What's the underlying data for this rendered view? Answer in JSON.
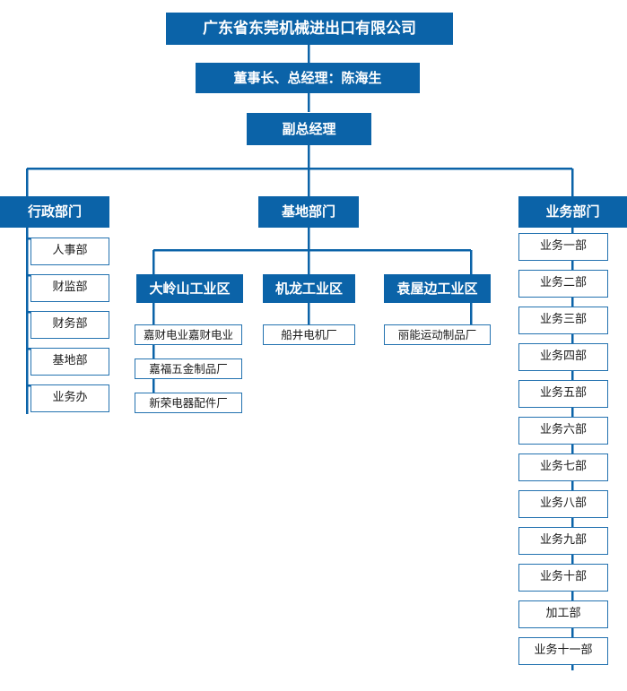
{
  "colors": {
    "brand_blue": "#0b63a8",
    "border_blue": "#2372b0",
    "connector_blue": "#0b63a8",
    "text_dark": "#1a1a1a",
    "text_light": "#ffffff",
    "background": "#ffffff"
  },
  "org": {
    "company": "广东省东莞机械进出口有限公司",
    "chairman": "董事长、总经理：陈海生",
    "vice_manager": "副总经理",
    "departments": [
      {
        "name": "行政部门",
        "children": [
          "人事部",
          "财监部",
          "财务部",
          "基地部",
          "业务办"
        ]
      },
      {
        "name": "基地部门",
        "zones": [
          {
            "name": "大岭山工业区",
            "factories": [
              "嘉财电业嘉财电业",
              "嘉福五金制品厂",
              "新荣电器配件厂"
            ]
          },
          {
            "name": "机龙工业区",
            "factories": [
              "船井电机厂"
            ]
          },
          {
            "name": "袁屋边工业区",
            "factories": [
              "丽能运动制品厂"
            ]
          }
        ]
      },
      {
        "name": "业务部门",
        "children": [
          "业务一部",
          "业务二部",
          "业务三部",
          "业务四部",
          "业务五部",
          "业务六部",
          "业务七部",
          "业务八部",
          "业务九部",
          "业务十部",
          "加工部",
          "业务十一部"
        ]
      }
    ]
  }
}
